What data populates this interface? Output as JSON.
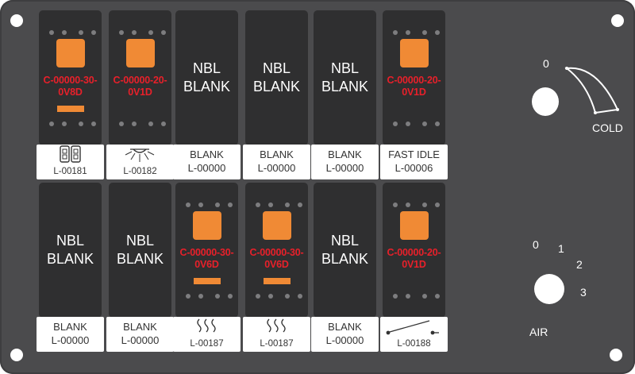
{
  "switches": [
    {
      "type": "rocker",
      "part": [
        "C-00000-30-",
        "0V8D"
      ],
      "indicator": true,
      "label_top": "",
      "label_code": "L-00181",
      "icon": "seat-icon"
    },
    {
      "type": "rocker",
      "part": [
        "C-00000-20-",
        "0V1D"
      ],
      "indicator": false,
      "label_top": "",
      "label_code": "L-00182",
      "icon": "light-icon"
    },
    {
      "type": "blank",
      "text": [
        "NBL",
        "BLANK"
      ],
      "label_top": "BLANK",
      "label_code": "L-00000"
    },
    {
      "type": "blank",
      "text": [
        "NBL",
        "BLANK"
      ],
      "label_top": "BLANK",
      "label_code": "L-00000"
    },
    {
      "type": "blank",
      "text": [
        "NBL",
        "BLANK"
      ],
      "label_top": "BLANK",
      "label_code": "L-00000"
    },
    {
      "type": "rocker",
      "part": [
        "C-00000-20-",
        "0V1D"
      ],
      "indicator": false,
      "label_top": "FAST IDLE",
      "label_code": "L-00006"
    },
    {
      "type": "blank",
      "text": [
        "NBL",
        "BLANK"
      ],
      "label_top": "BLANK",
      "label_code": "L-00000"
    },
    {
      "type": "blank",
      "text": [
        "NBL",
        "BLANK"
      ],
      "label_top": "BLANK",
      "label_code": "L-00000"
    },
    {
      "type": "rocker",
      "part": [
        "C-00000-30-",
        "0V6D"
      ],
      "indicator": true,
      "label_top": "",
      "label_code": "L-00187",
      "icon": "heat-icon"
    },
    {
      "type": "rocker",
      "part": [
        "C-00000-30-",
        "0V6D"
      ],
      "indicator": true,
      "label_top": "",
      "label_code": "L-00187",
      "icon": "heat-icon"
    },
    {
      "type": "blank",
      "text": [
        "NBL",
        "BLANK"
      ],
      "label_top": "BLANK",
      "label_code": "L-00000"
    },
    {
      "type": "rocker",
      "part": [
        "C-00000-20-",
        "0V1D"
      ],
      "indicator": false,
      "label_top": "",
      "label_code": "L-00188",
      "icon": "switch-line-icon"
    }
  ],
  "temp_dial": {
    "zero": "0",
    "label": "COLD"
  },
  "air_dial": {
    "positions": [
      "0",
      "1",
      "2",
      "3"
    ],
    "label": "AIR"
  },
  "colors": {
    "panel": "#4b4b4d",
    "switch": "#2f2f30",
    "orange": "#f08a35",
    "red": "#e8202a"
  }
}
